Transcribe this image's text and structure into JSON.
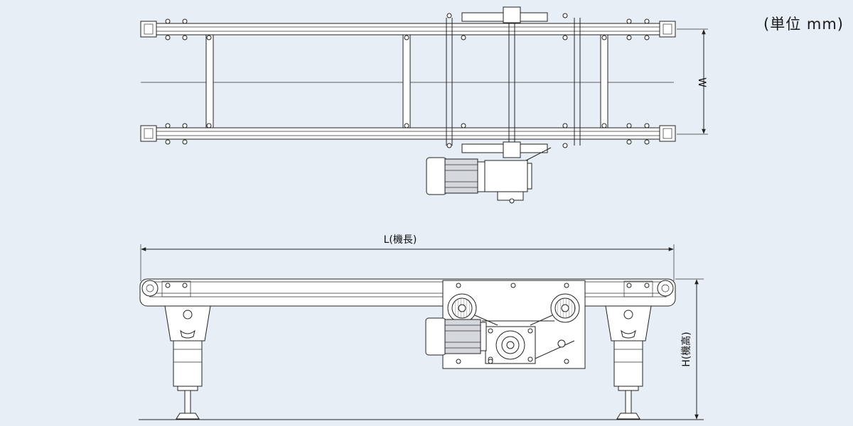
{
  "unit_label": "(単位 mm)",
  "dimensions": {
    "width": "W",
    "length": "L(機長)",
    "height": "H(機高)"
  },
  "colors": {
    "background": "#e8eef5",
    "line": "#222222",
    "part_fill": "#ffffff"
  }
}
